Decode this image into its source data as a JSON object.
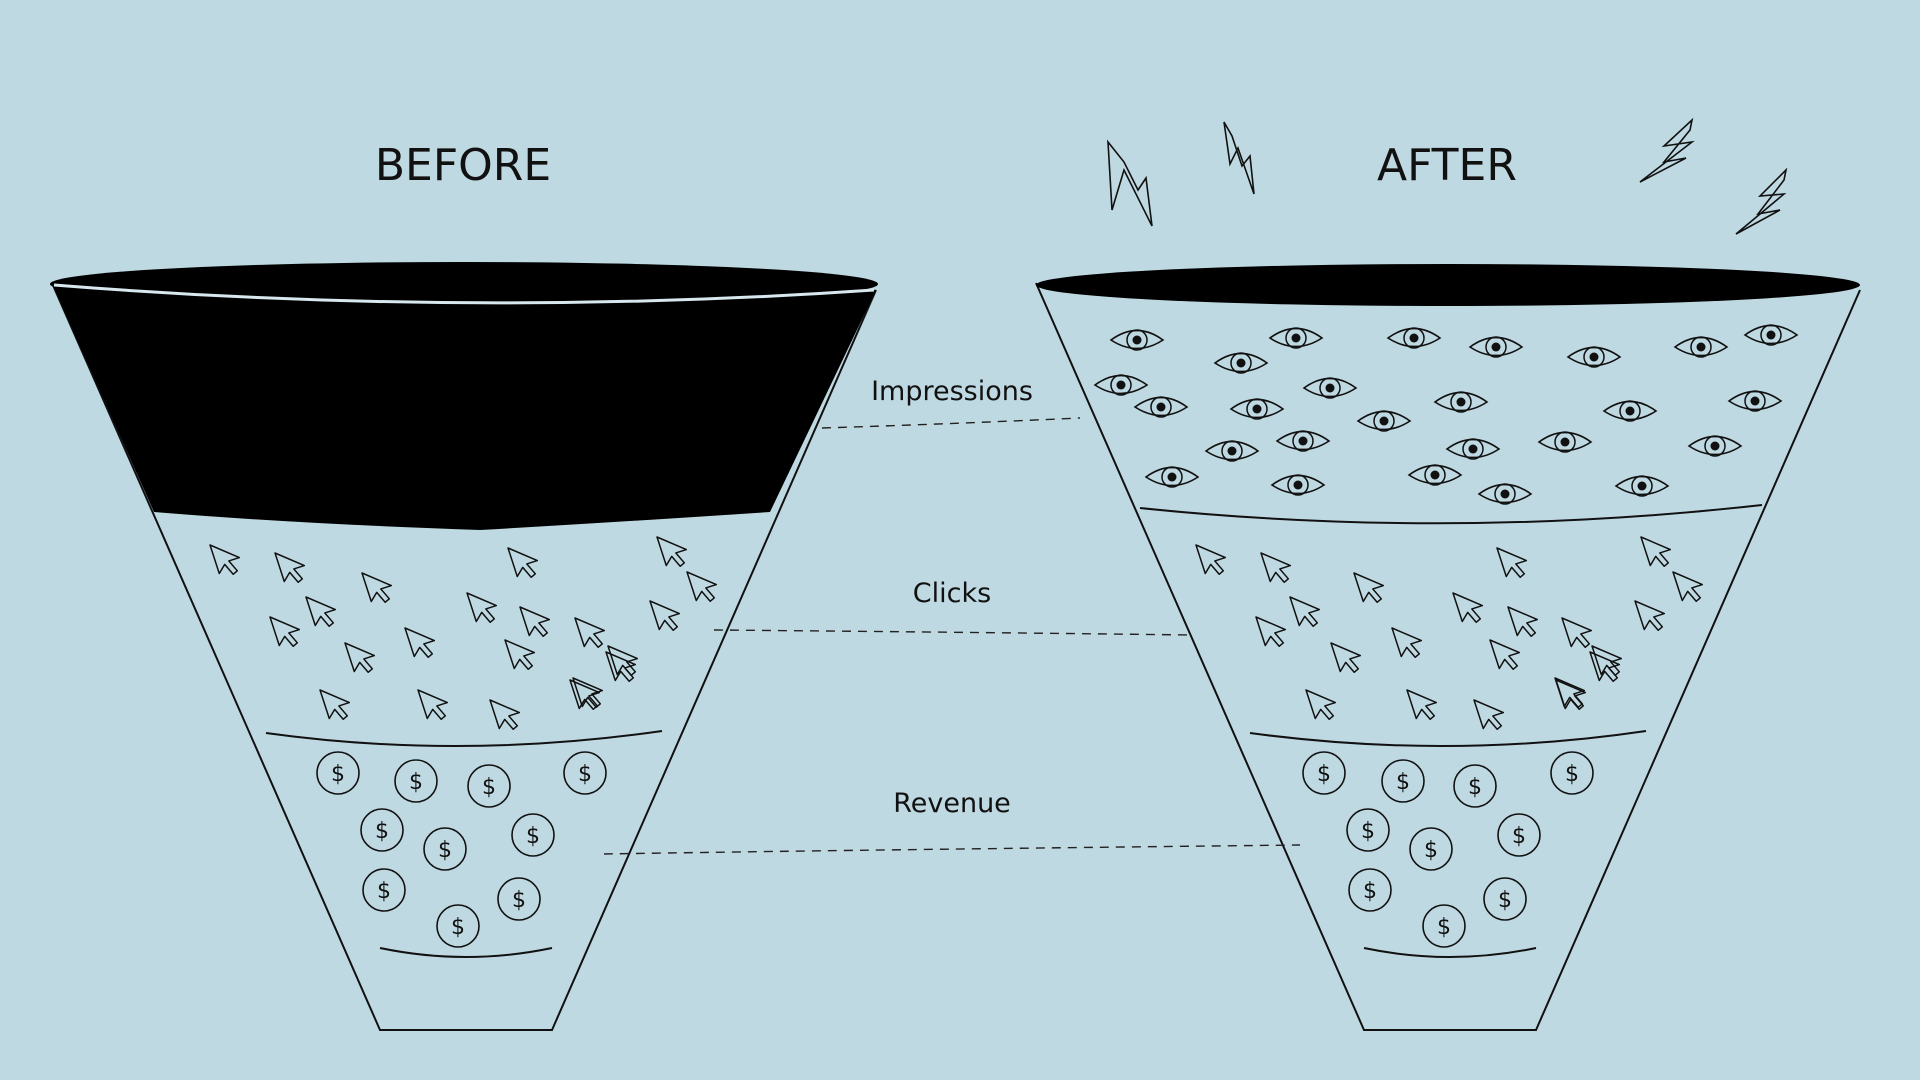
{
  "colors": {
    "background": "#bfd9e2",
    "ink": "#0a0a0a",
    "fill_black": "#000000"
  },
  "headings": {
    "before": "BEFORE",
    "after": "AFTER"
  },
  "stages": {
    "impressions": "Impressions",
    "clicks": "Clicks",
    "revenue": "Revenue"
  },
  "coin_symbol": "$",
  "icons": {
    "impressions": "eye-icon",
    "clicks": "cursor-arrow-icon",
    "revenue": "dollar-coin-icon",
    "energy": "lightning-bolt-icon"
  }
}
